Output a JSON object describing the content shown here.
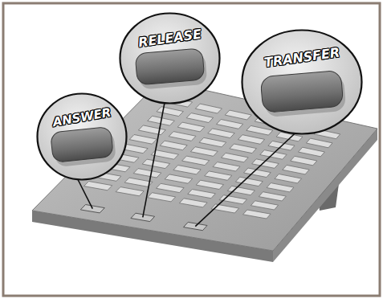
{
  "diagram": {
    "nodes": [
      {
        "text": [
          "ANSWER"
        ]
      },
      {
        "text": [
          "RELEASE"
        ]
      },
      {
        "text": [
          "TRANSFER"
        ]
      }
    ]
  }
}
